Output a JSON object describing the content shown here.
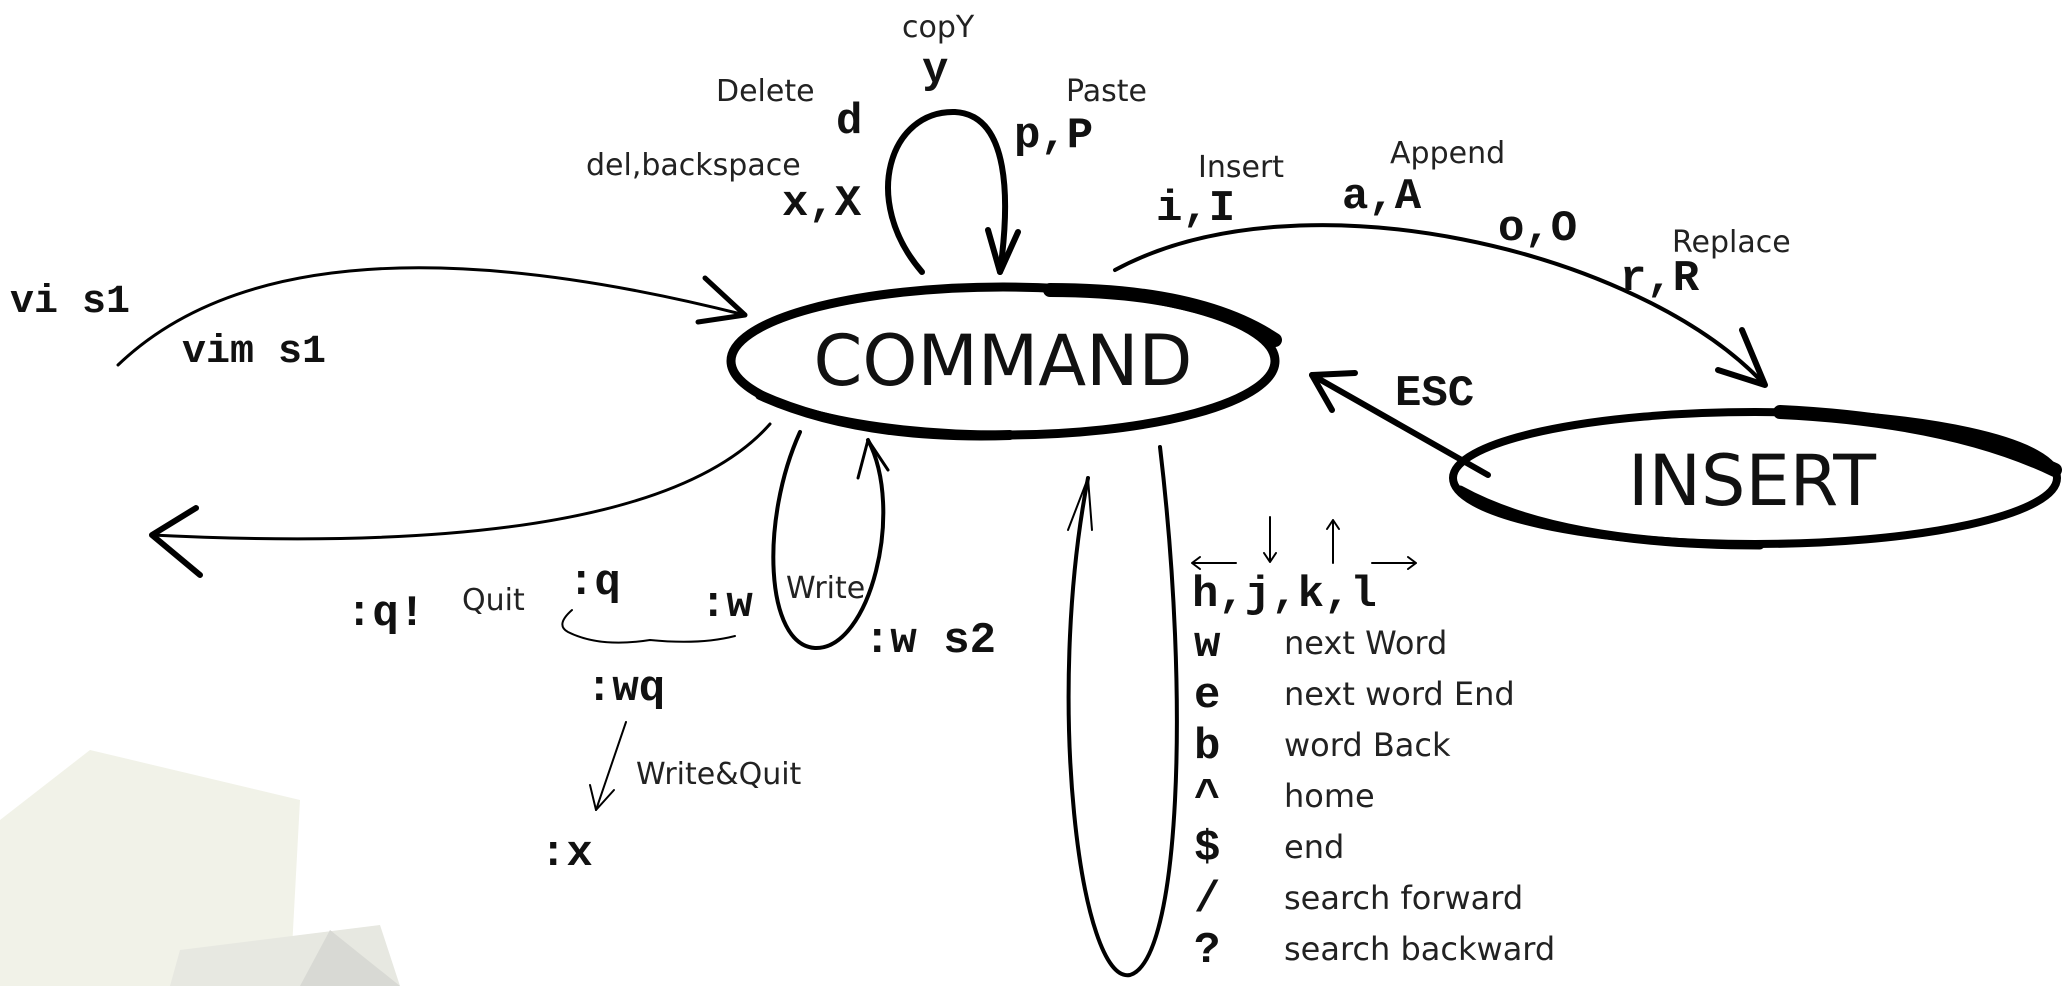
{
  "states": {
    "command": "COMMAND",
    "insert": "INSERT"
  },
  "launch": {
    "cmd1": "vi s1",
    "cmd2": "vim s1"
  },
  "edit_loop": {
    "delete_label": "Delete",
    "delete_key": "d",
    "copy_label": "copY",
    "copy_key": "y",
    "paste_label": "Paste",
    "paste_keys": "p,P",
    "delchar_label": "del,backspace",
    "delchar_keys": "x,X"
  },
  "to_insert": {
    "insert_label": "Insert",
    "insert_keys": "i,I",
    "append_label": "Append",
    "append_keys": "a,A",
    "open_keys": "o,O",
    "replace_label": "Replace",
    "replace_keys": "r,R"
  },
  "escape": {
    "key": "ESC",
    "color": "#d01010"
  },
  "quit": {
    "force": ":q!",
    "quit_label": "Quit",
    "quit_cmd": ":q",
    "write_cmd": ":w",
    "write_label": "Write",
    "write_as": ":w s2",
    "write_quit": ":wq",
    "write_quit_label": "Write&Quit",
    "exit_cmd": ":x"
  },
  "motion": {
    "keys": "h,j,k,l",
    "items": [
      {
        "key": "w",
        "desc": "next Word"
      },
      {
        "key": "e",
        "desc": "next word End"
      },
      {
        "key": "b",
        "desc": "word Back"
      },
      {
        "key": "^",
        "desc": "home"
      },
      {
        "key": "$",
        "desc": "end"
      },
      {
        "key": "/",
        "desc": "search forward"
      },
      {
        "key": "?",
        "desc": "search backward"
      }
    ]
  }
}
